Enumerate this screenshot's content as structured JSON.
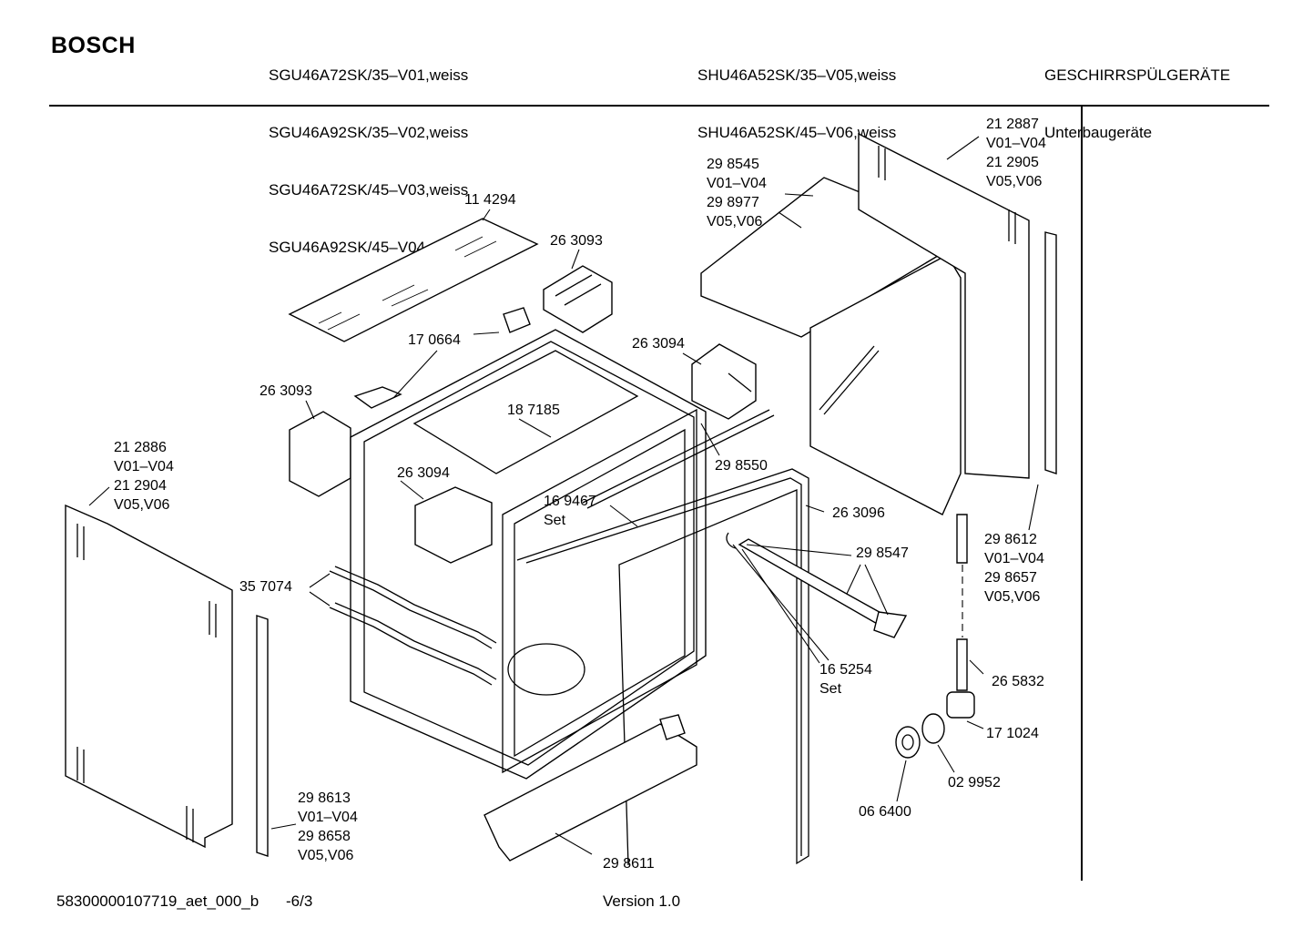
{
  "header": {
    "brand": "BOSCH",
    "models_left": [
      "SGU46A72SK/35–V01,weiss",
      "SGU46A92SK/35–V02,weiss",
      "SGU46A72SK/45–V03,weiss",
      "SGU46A92SK/45–V04,weiss"
    ],
    "models_right": [
      "SHU46A52SK/35–V05,weiss",
      "SHU46A52SK/45–V06,weiss"
    ],
    "category": [
      "GESCHIRRSPÜLGERÄTE",
      "Unterbaugeräte"
    ]
  },
  "parts": [
    {
      "id": "p114294",
      "lines": [
        "11 4294"
      ]
    },
    {
      "id": "p263093a",
      "lines": [
        "26 3093"
      ]
    },
    {
      "id": "p170664",
      "lines": [
        "17 0664"
      ]
    },
    {
      "id": "p263094a",
      "lines": [
        "26 3094"
      ]
    },
    {
      "id": "p263093b",
      "lines": [
        "26 3093"
      ]
    },
    {
      "id": "p187185",
      "lines": [
        "18 7185"
      ]
    },
    {
      "id": "p263094b",
      "lines": [
        "26 3094"
      ]
    },
    {
      "id": "p298550",
      "lines": [
        "29 8550"
      ]
    },
    {
      "id": "p169467",
      "lines": [
        "16 9467",
        "Set"
      ]
    },
    {
      "id": "p263096",
      "lines": [
        "26 3096"
      ]
    },
    {
      "id": "p298547",
      "lines": [
        "29 8547"
      ]
    },
    {
      "id": "p357074",
      "lines": [
        "35 7074"
      ]
    },
    {
      "id": "p165254",
      "lines": [
        "16 5254",
        "Set"
      ]
    },
    {
      "id": "p212886",
      "lines": [
        "21 2886",
        "V01–V04",
        "21 2904",
        "V05,V06"
      ]
    },
    {
      "id": "p298545",
      "lines": [
        "29 8545",
        "V01–V04",
        "29 8977",
        "V05,V06"
      ]
    },
    {
      "id": "p212887",
      "lines": [
        "21 2887",
        "V01–V04",
        "21 2905",
        "V05,V06"
      ]
    },
    {
      "id": "p298612",
      "lines": [
        "29 8612",
        "V01–V04",
        "29 8657",
        "V05,V06"
      ]
    },
    {
      "id": "p265832",
      "lines": [
        "26 5832"
      ]
    },
    {
      "id": "p171024",
      "lines": [
        "17 1024"
      ]
    },
    {
      "id": "p029952",
      "lines": [
        "02 9952"
      ]
    },
    {
      "id": "p066400",
      "lines": [
        "06 6400"
      ]
    },
    {
      "id": "p298613",
      "lines": [
        "29 8613",
        "V01–V04",
        "29 8658",
        "V05,V06"
      ]
    },
    {
      "id": "p298611",
      "lines": [
        "29 8611"
      ]
    }
  ],
  "footer": {
    "doc_id": "58300000107719_aet_000_b",
    "page": "-6/3",
    "version": "Version 1.0"
  }
}
